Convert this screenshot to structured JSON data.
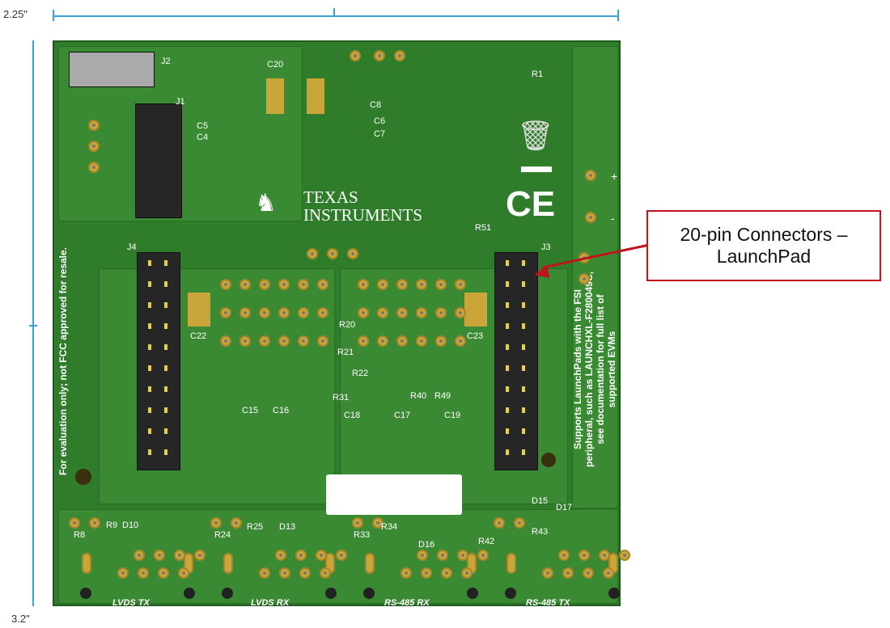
{
  "dimensions": {
    "width": "2.25\"",
    "height": "3.2\""
  },
  "logo": {
    "line1": "Texas",
    "line2": "Instruments"
  },
  "callout": {
    "line1": "20-pin Connectors –",
    "line2": "LaunchPad",
    "color": "#c0141c"
  },
  "side_text": {
    "left": "For evaluation only; not FCC approved for resale.",
    "right": [
      "Supports LaunchPads with the FSI",
      "peripheral, such as LAUNCHXL-F280049C,",
      "see documentation for full list of",
      "supported EVMs"
    ]
  },
  "power_marks": {
    "plus": "+",
    "minus": "-"
  },
  "sections": [
    "LVDS TX",
    "LVDS RX",
    "RS-485 RX",
    "RS-485 TX"
  ],
  "silkscreen": [
    "J2",
    "J1",
    "C20",
    "C5",
    "C4",
    "C8",
    "C6",
    "C7",
    "R1",
    "R51",
    "J4",
    "J3",
    "C22",
    "C23",
    "R20",
    "R21",
    "R22",
    "R31",
    "R40",
    "R49",
    "C15",
    "C16",
    "C18",
    "C17",
    "C19",
    "R8",
    "R9",
    "D10",
    "R24",
    "R25",
    "D13",
    "R33",
    "R34",
    "D16",
    "R42",
    "R43",
    "D15",
    "D17"
  ],
  "colors": {
    "board": "#2f7d2a",
    "pad": "#c9a53a",
    "header": "#262626",
    "dimension_line": "#3aa0d8"
  }
}
